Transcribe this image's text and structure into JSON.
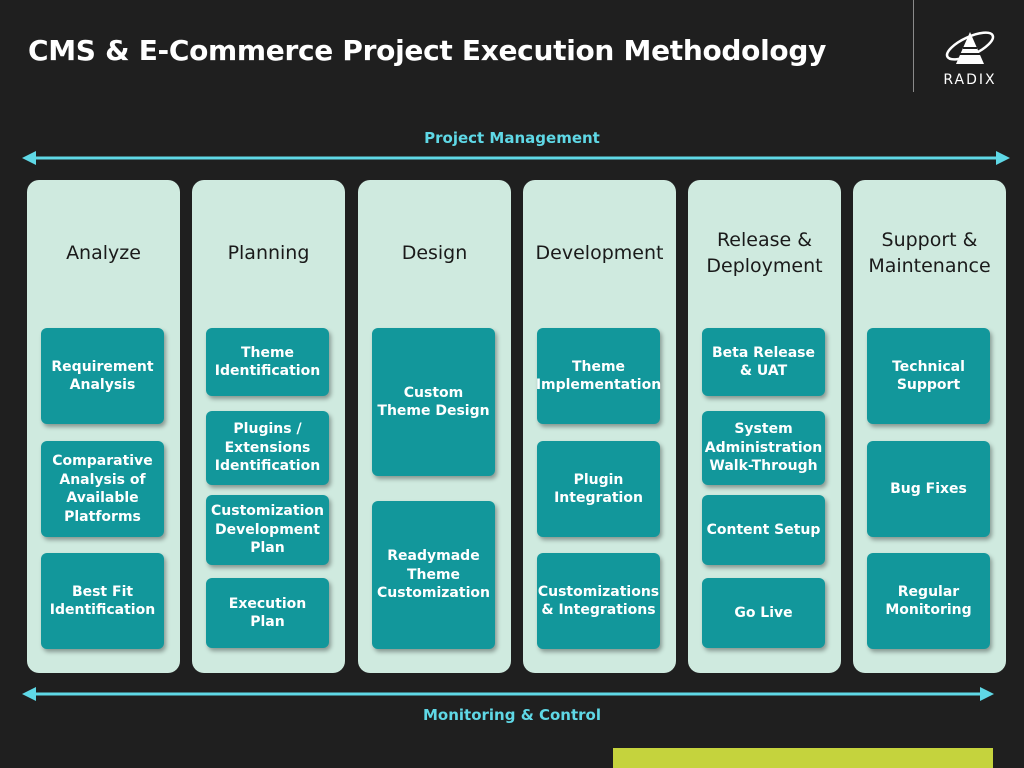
{
  "title": "CMS & E-Commerce Project Execution Methodology",
  "logo": {
    "text": "RADIX"
  },
  "top_band": "Project Management",
  "bottom_band": "Monitoring & Control",
  "colors": {
    "background": "#1f1f1f",
    "column": "#cfeadf",
    "box": "#12979b",
    "band": "#5fd8e6",
    "accent_bar": "#c5d33d"
  },
  "columns": [
    {
      "title": "Analyze",
      "items": [
        "Requirement Analysis",
        "Comparative Analysis of Available Platforms",
        "Best Fit Identification"
      ]
    },
    {
      "title": "Planning",
      "items": [
        "Theme Identification",
        "Plugins / Extensions Identification",
        "Customization Development Plan",
        "Execution Plan"
      ]
    },
    {
      "title": "Design",
      "items": [
        "Custom Theme Design",
        "Readymade Theme Customization"
      ]
    },
    {
      "title": "Development",
      "items": [
        "Theme Implementation",
        "Plugin Integration",
        "Customizations & Integrations"
      ]
    },
    {
      "title": "Release & Deployment",
      "items": [
        "Beta Release & UAT",
        "System Administration Walk-Through",
        "Content Setup",
        "Go Live"
      ]
    },
    {
      "title": "Support & Maintenance",
      "items": [
        "Technical Support",
        "Bug Fixes",
        "Regular Monitoring"
      ]
    }
  ]
}
